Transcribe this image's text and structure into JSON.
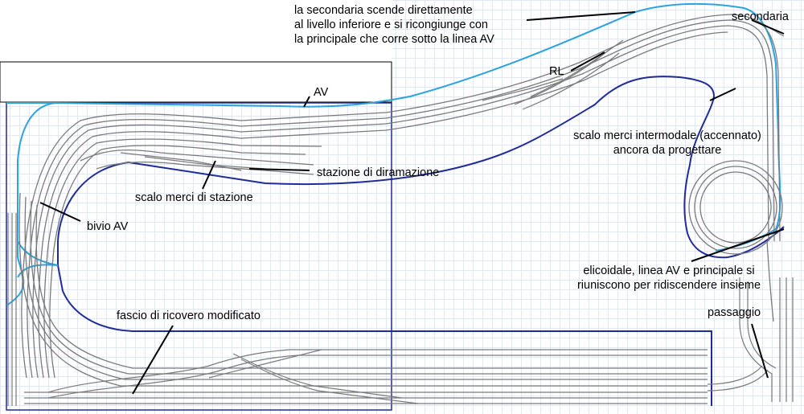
{
  "labels": {
    "secondaria_note": [
      "la secondaria scende direttamente",
      "al livello inferiore e si ricongiunge con",
      "la principale che corre sotto la linea AV"
    ],
    "secondaria": "secondaria",
    "rl": "RL",
    "av": "AV",
    "scalo_intermodale": [
      "scalo merci intermodale (accennato)",
      "ancora da progettare"
    ],
    "stazione_diramazione": "stazione di diramazione",
    "scalo_stazione": "scalo merci di stazione",
    "bivio_av": "bivio AV",
    "elicoidale": [
      "elicoidale, linea AV e principale si",
      "riuniscono per ridiscendere insieme"
    ],
    "passaggio": "passaggio",
    "fascio": "fascio di ricovero modificato"
  },
  "colors": {
    "track": "#7a7a7a",
    "track_light": "#a8a8a8",
    "av_line": "#2aa3df",
    "boundary": "#1e2c9a",
    "leader": "#000000",
    "grid": "#e3e7f2"
  }
}
